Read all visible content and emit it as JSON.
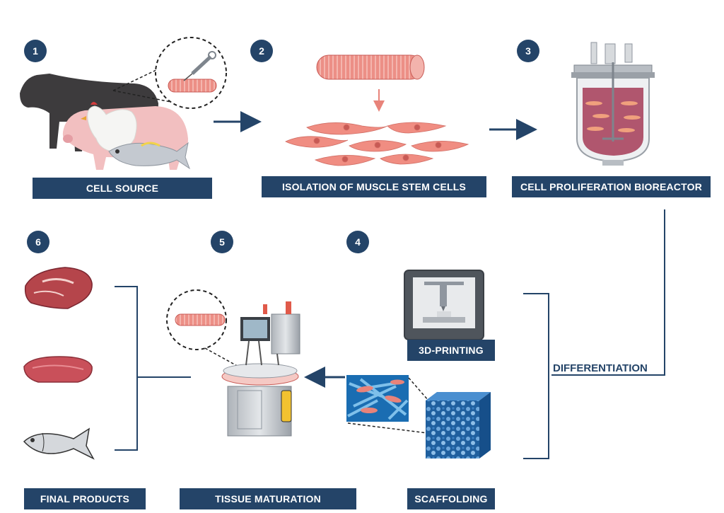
{
  "steps": [
    {
      "number": "1",
      "label": "CELL SOURCE"
    },
    {
      "number": "2",
      "label": "ISOLATION OF MUSCLE STEM CELLS"
    },
    {
      "number": "3",
      "label": "CELL PROLIFERATION BIOREACTOR"
    },
    {
      "number": "4",
      "label": "SCAFFOLDING"
    },
    {
      "number": "5",
      "label": "TISSUE MATURATION"
    },
    {
      "number": "6",
      "label": "FINAL PRODUCTS"
    }
  ],
  "printing_label": "3D-PRINTING",
  "differentiation_label": "DIFFERENTIATION",
  "colors": {
    "navy": "#244468",
    "muscle": "#e8837a",
    "muscle_dark": "#c85a55",
    "scaffold": "#2f6fb0",
    "steel": "#c8ccd1"
  }
}
